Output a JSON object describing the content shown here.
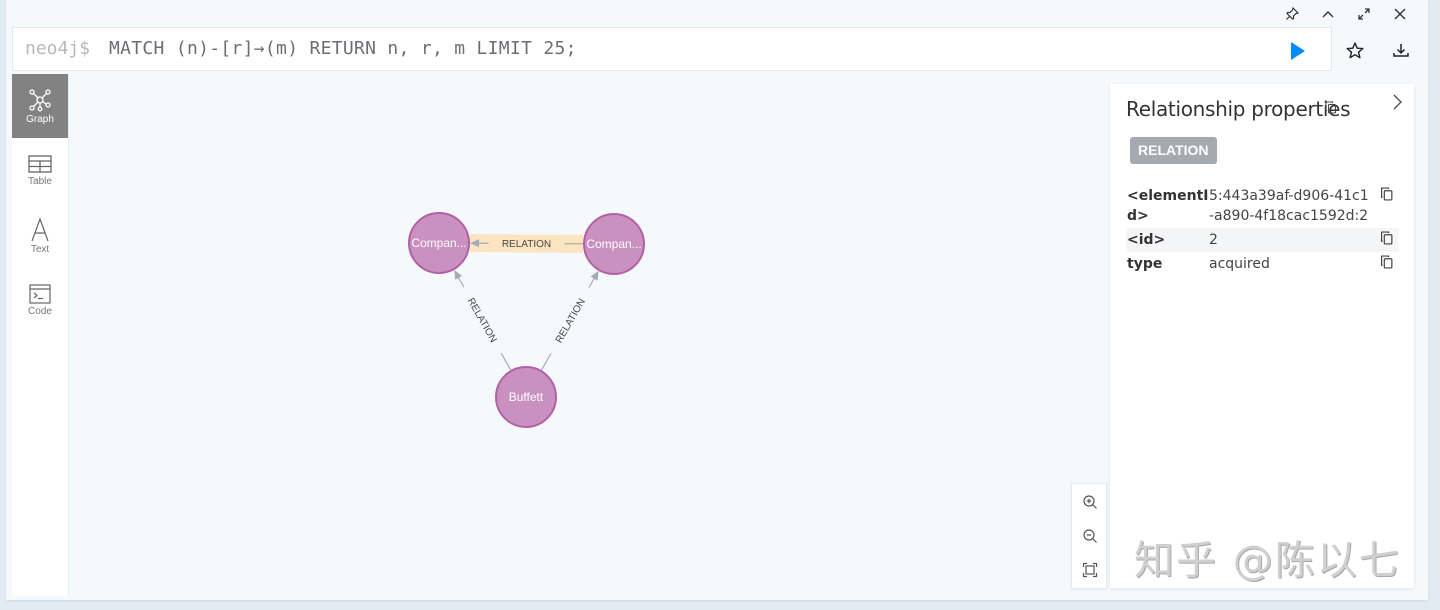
{
  "editor": {
    "prompt": "neo4j$",
    "query": "MATCH (n)-[r]→(m) RETURN n, r, m LIMIT 25;"
  },
  "window_controls": [
    "pin-icon",
    "collapse-icon",
    "fullscreen-icon",
    "close-icon"
  ],
  "toolbar": {
    "run": "play-icon",
    "favorite": "star-icon",
    "download": "download-icon"
  },
  "sidebar": {
    "items": [
      {
        "label": "Graph",
        "icon": "graph-icon",
        "active": true
      },
      {
        "label": "Table",
        "icon": "table-icon",
        "active": false
      },
      {
        "label": "Text",
        "icon": "text-icon",
        "active": false
      },
      {
        "label": "Code",
        "icon": "code-icon",
        "active": false
      }
    ]
  },
  "graph": {
    "node_color": "#c990c0",
    "node_border": "#b261a5",
    "highlight_color": "#fbe4c0",
    "nodes": [
      {
        "id": "a",
        "label": "Compan..."
      },
      {
        "id": "b",
        "label": "Compan..."
      },
      {
        "id": "c",
        "label": "Buffett"
      }
    ],
    "edges": [
      {
        "from": "b",
        "to": "a",
        "label": "RELATION",
        "selected": true
      },
      {
        "from": "c",
        "to": "a",
        "label": "RELATION",
        "selected": false
      },
      {
        "from": "c",
        "to": "b",
        "label": "RELATION",
        "selected": false
      }
    ]
  },
  "zoom_controls": [
    "zoom-in-icon",
    "zoom-out-icon",
    "fit-icon"
  ],
  "panel": {
    "title": "Relationship properties",
    "badge": "RELATION",
    "properties": [
      {
        "key": "<elementId>",
        "key_display": "<elementI d>",
        "value": "5:443a39af-d906-41c1-a890-4f18cac1592d:2"
      },
      {
        "key": "<id>",
        "key_display": "<id>",
        "value": "2"
      },
      {
        "key": "type",
        "key_display": "type",
        "value": "acquired"
      }
    ]
  },
  "watermark": "知乎 @陈以七"
}
